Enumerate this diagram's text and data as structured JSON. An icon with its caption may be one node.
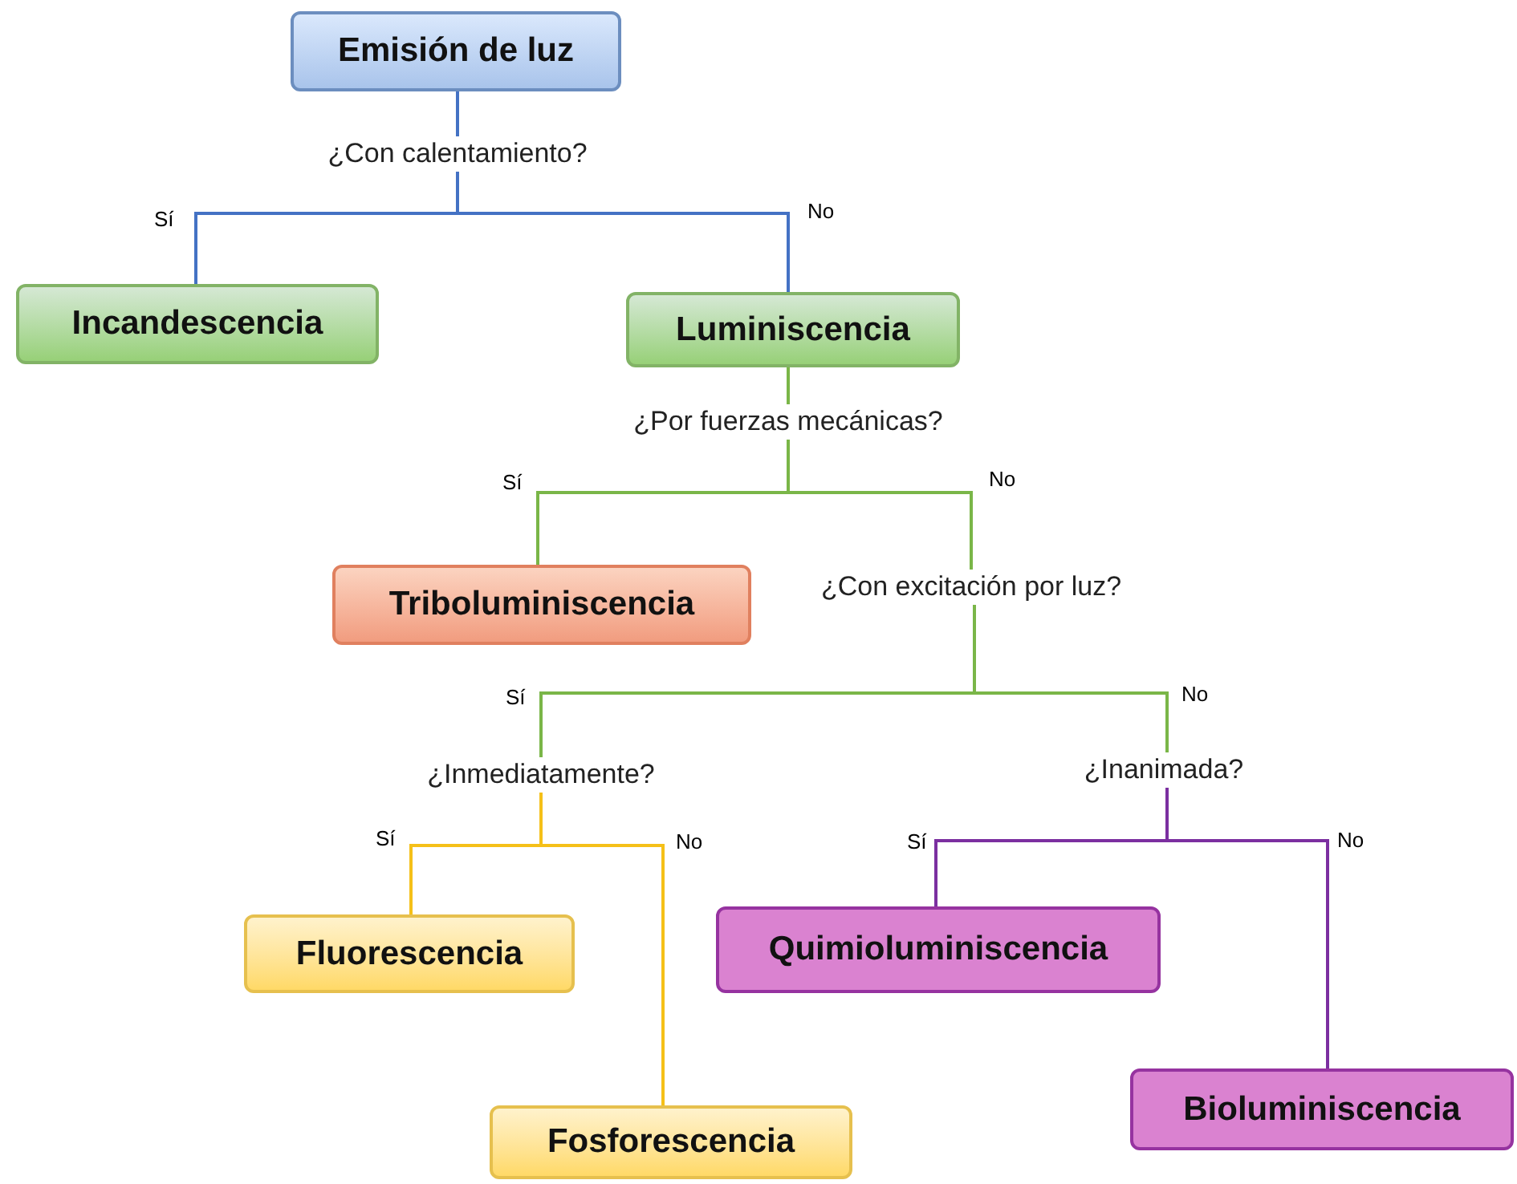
{
  "diagram": {
    "nodes": [
      {
        "text": [
          "Emisión de luz"
        ]
      },
      {
        "text": [
          "¿Con calentamiento?"
        ]
      },
      {
        "text": [
          "Incandescencia"
        ]
      },
      {
        "text": [
          "Luminiscencia"
        ]
      },
      {
        "text": [
          "¿Por fuerzas mecánicas?"
        ]
      },
      {
        "text": [
          "Triboluminiscencia"
        ]
      },
      {
        "text": [
          "¿Con excitación por luz?"
        ]
      },
      {
        "text": [
          "¿Inmediatamente?"
        ]
      },
      {
        "text": [
          "¿Inanimada?"
        ]
      },
      {
        "text": [
          "Fluorescencia"
        ]
      },
      {
        "text": [
          "Fosforescencia"
        ]
      },
      {
        "text": [
          "Quimioluminiscencia"
        ]
      },
      {
        "text": [
          "Bioluminiscencia"
        ]
      }
    ],
    "edges": [
      {
        "from": 0,
        "to": 1,
        "arrow": "none",
        "color": "#4472c4"
      },
      {
        "from": 1,
        "to": 2,
        "arrow": "none",
        "label": "Sí",
        "color": "#4472c4"
      },
      {
        "from": 1,
        "to": 3,
        "arrow": "none",
        "label": "No",
        "color": "#4472c4"
      },
      {
        "from": 3,
        "to": 4,
        "arrow": "none"
      },
      {
        "from": 4,
        "to": 5,
        "arrow": "none",
        "label": "Sí"
      },
      {
        "from": 4,
        "to": 6,
        "arrow": "none",
        "label": "No"
      },
      {
        "from": 6,
        "to": 7,
        "arrow": "none",
        "label": "Sí"
      },
      {
        "from": 6,
        "to": 8,
        "arrow": "none",
        "label": "No"
      },
      {
        "from": 7,
        "to": 9,
        "arrow": "none",
        "label": "Sí",
        "color": "#f5c018"
      },
      {
        "from": 7,
        "to": 10,
        "arrow": "none",
        "label": "No",
        "color": "#f5c018"
      },
      {
        "from": 8,
        "to": 11,
        "arrow": "none",
        "label": "Sí",
        "color": "#7b2fa0"
      },
      {
        "from": 8,
        "to": 12,
        "arrow": "none",
        "label": "No",
        "color": "#7b2fa0"
      }
    ]
  }
}
